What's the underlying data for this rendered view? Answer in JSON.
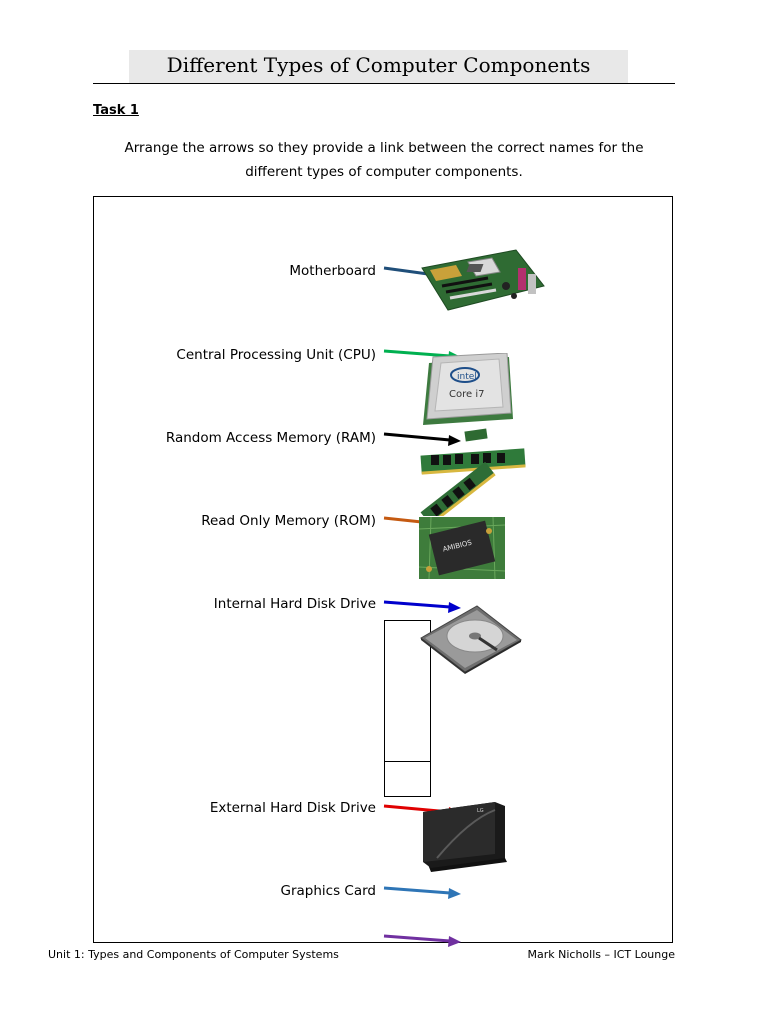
{
  "header": {
    "title": "Different Types of Computer Components"
  },
  "task": {
    "heading": "Task 1",
    "instructions_line1": "Arrange the arrows so they provide a link between the correct names for the",
    "instructions_line2": "different types of computer components."
  },
  "components": [
    {
      "label": "Motherboard",
      "arrow_color": "#1f4e79",
      "icon": "motherboard-photo"
    },
    {
      "label": "Central Processing Unit (CPU)",
      "arrow_color": "#00b050",
      "icon": "cpu-photo"
    },
    {
      "label": "Random Access Memory (RAM)",
      "arrow_color": "#000000",
      "icon": "ram-photo"
    },
    {
      "label": "Read Only Memory (ROM)",
      "arrow_color": "#c55a11",
      "icon": "rom-chip-photo"
    },
    {
      "label": "Internal Hard Disk Drive",
      "arrow_color": "#0000cc",
      "icon": "internal-hdd-photo"
    },
    {
      "label": "External Hard Disk Drive",
      "arrow_color": "#e00000",
      "icon": "external-hdd-photo"
    },
    {
      "label": "Graphics Card",
      "arrow_color": "#2e75b6",
      "icon": ""
    },
    {
      "label": "",
      "arrow_color": "#7030a0",
      "icon": ""
    }
  ],
  "photos": {
    "cpu_brand": "intel",
    "cpu_model": "Core i7",
    "rom_chip_text": "AMIBIOS",
    "ext_hdd_brand": "LG"
  },
  "footer": {
    "left": "Unit 1: Types and Components of Computer Systems",
    "right": "Mark Nicholls – ICT Lounge"
  }
}
